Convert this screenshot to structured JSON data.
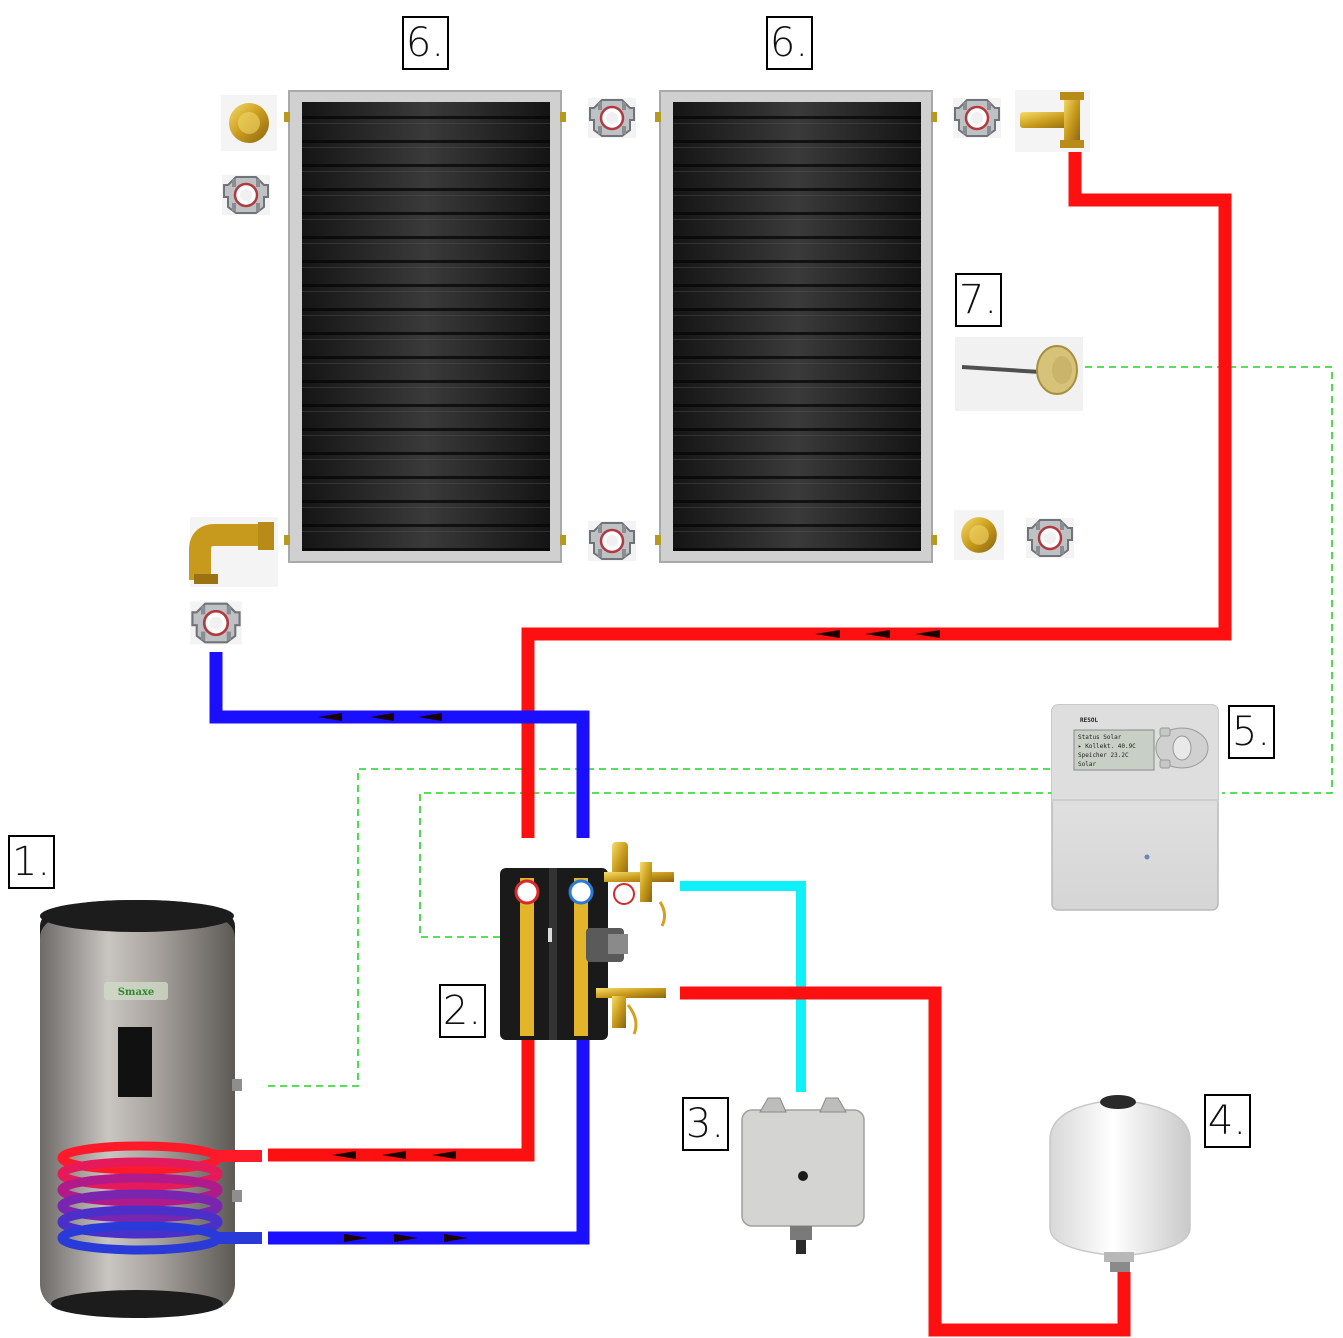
{
  "labels": {
    "collector_1": "6.",
    "collector_2": "6.",
    "sensor": "7.",
    "controller": "5.",
    "tank": "1.",
    "pump_station": "2.",
    "vessel_3": "3.",
    "vessel_4": "4."
  },
  "tank_brand": "Smaxe",
  "controller_brand": "RESOL",
  "controller_screen": [
    "Status Solar",
    "▸ Kollekt.  40.9C",
    "  Speicher   23.2C",
    "  Solar"
  ],
  "colors": {
    "hot_pipe": "#ff1010",
    "cold_pipe": "#1a10ff",
    "fresh_water_pipe": "#10f0f8",
    "signal_wire": "#22d422"
  }
}
